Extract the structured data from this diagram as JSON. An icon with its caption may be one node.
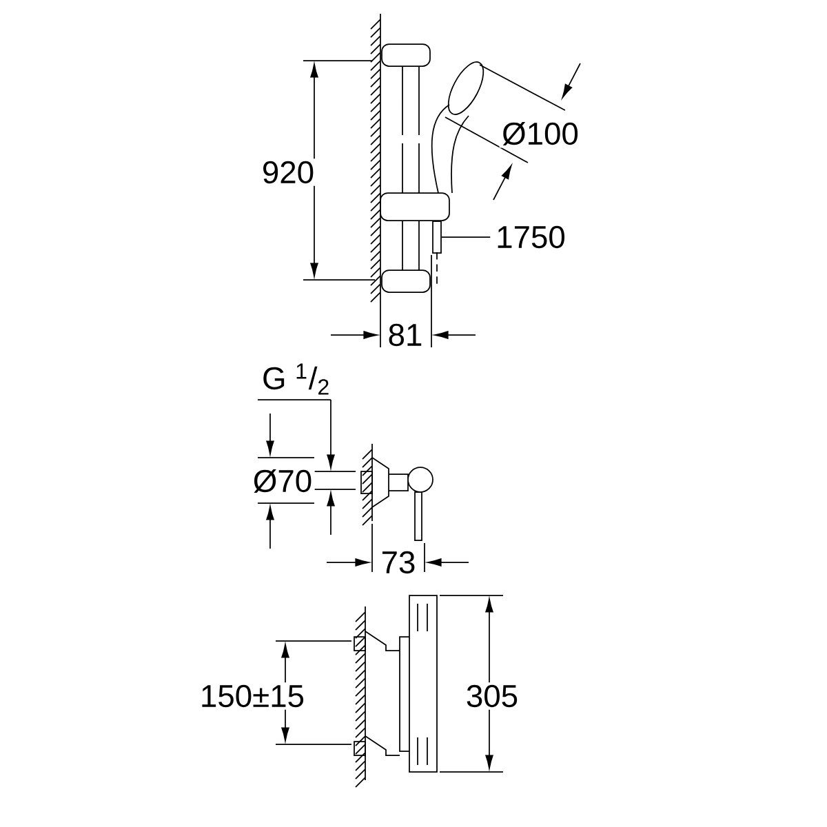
{
  "diagram": {
    "nodes": [
      {
        "text": [
          "1750"
        ]
      },
      {
        "text": [],
        "shape": "bar"
      }
    ],
    "edges": [
      {
        "from": 0,
        "to": 1,
        "arrow": "none"
      }
    ],
    "labels": [
      "920",
      "Ø100",
      "81",
      "G $^{1}$/$_{2}$",
      "Ø70",
      "73",
      "150±15",
      "305"
    ]
  }
}
